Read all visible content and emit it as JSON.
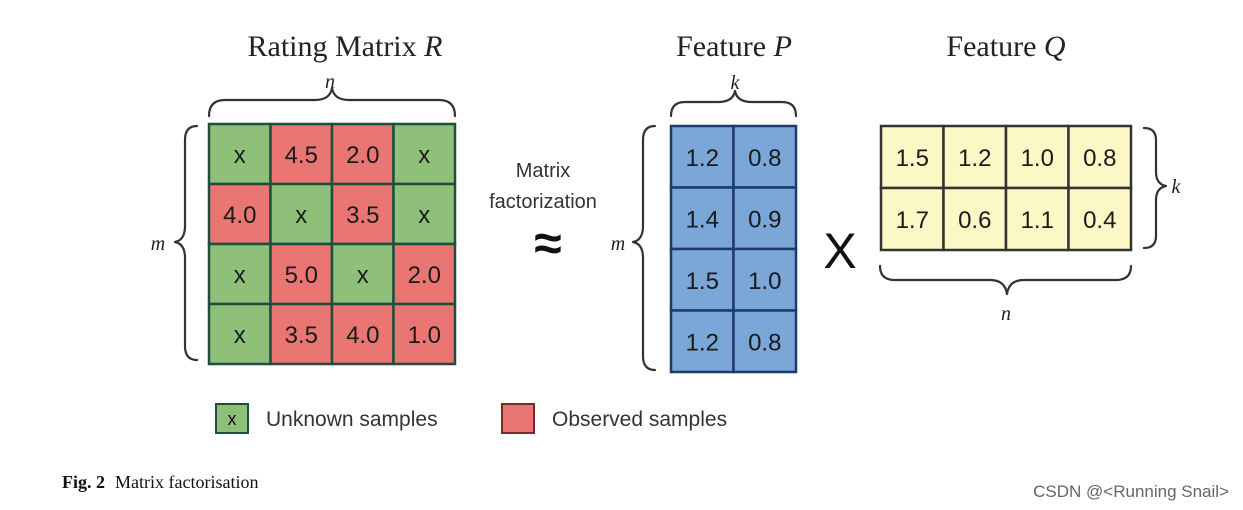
{
  "titles": {
    "rating_prefix": "Rating Matrix ",
    "rating_symbol": "R",
    "p_prefix": "Feature ",
    "p_symbol": "P",
    "q_prefix": "Feature ",
    "q_symbol": "Q"
  },
  "dims": {
    "n_top": "n",
    "m_left": "m",
    "k_top": "k",
    "m_p": "m",
    "k_right": "k",
    "n_bottom": "n"
  },
  "rating_matrix": [
    [
      "x",
      "4.5",
      "2.0",
      "x"
    ],
    [
      "4.0",
      "x",
      "3.5",
      "x"
    ],
    [
      "x",
      "5.0",
      "x",
      "2.0"
    ],
    [
      "x",
      "3.5",
      "4.0",
      "1.0"
    ]
  ],
  "feature_p": [
    [
      "1.2",
      "0.8"
    ],
    [
      "1.4",
      "0.9"
    ],
    [
      "1.5",
      "1.0"
    ],
    [
      "1.2",
      "0.8"
    ]
  ],
  "feature_q": [
    [
      "1.5",
      "1.2",
      "1.0",
      "0.8"
    ],
    [
      "1.7",
      "0.6",
      "1.1",
      "0.4"
    ]
  ],
  "middle": {
    "line1": "Matrix",
    "line2": "factorization",
    "approx": "≈",
    "times": "X"
  },
  "legend": {
    "unknown_mark": "x",
    "unknown_label": "Unknown samples",
    "observed_label": "Observed samples"
  },
  "caption": {
    "fig": "Fig. 2",
    "text": "Matrix factorisation"
  },
  "watermark": "CSDN @<Running Snail>",
  "colors": {
    "unknown": "#8fc07a",
    "observed": "#ea7674",
    "p_cells": "#7aa6d8",
    "q_cells": "#fbf8c5",
    "grid_dark": "#1f4f3c",
    "grid_p": "#1e3a6a",
    "grid_q": "#333333"
  }
}
